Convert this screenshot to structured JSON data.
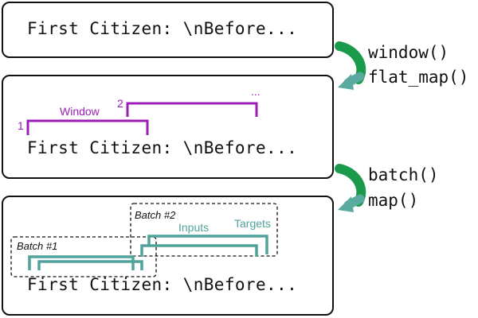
{
  "sequence_text": "First Citizen: \\nBefore...",
  "operations": {
    "step1": [
      "window()",
      "flat_map()"
    ],
    "step2": [
      "batch()",
      "map()"
    ]
  },
  "window_panel": {
    "label": "Window",
    "marker_first": "1",
    "marker_second": "2",
    "ellipsis": "..."
  },
  "batch_panel": {
    "batch1_label": "Batch #1",
    "batch2_label": "Batch #2",
    "inputs_label": "Inputs",
    "targets_label": "Targets"
  },
  "colors": {
    "window": "#9b1fb5",
    "teal": "#4fa39a",
    "arrow_green": "#1a9a4a",
    "arrow_teal": "#5aaaa0",
    "outline": "#111111"
  }
}
